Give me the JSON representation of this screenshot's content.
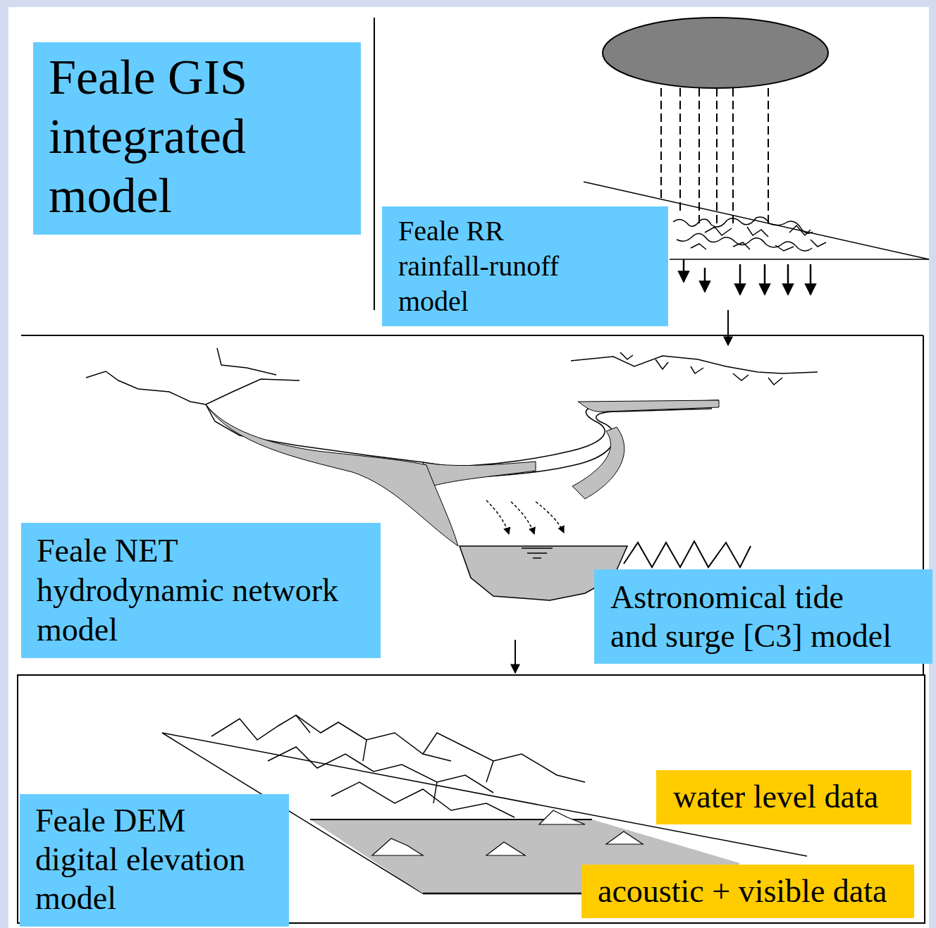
{
  "diagram": {
    "nodes": [
      {
        "text": [
          "Feale GIS integrated model"
        ]
      },
      {
        "text": [
          "Feale RR rainfall-runoff model"
        ]
      },
      {
        "text": [
          "Feale NET hydrodynamic network model"
        ]
      },
      {
        "text": [
          "Astronomical tide and surge [C3] model"
        ]
      },
      {
        "text": [
          "Feale DEM digital elevation model"
        ]
      },
      {
        "text": [
          "water level data"
        ]
      },
      {
        "text": [
          "acoustic + visible data"
        ]
      }
    ]
  }
}
